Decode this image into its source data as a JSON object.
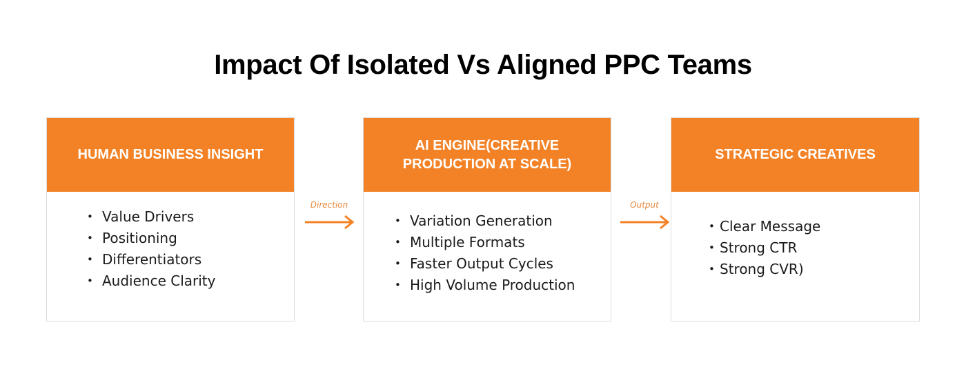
{
  "title": "Impact Of Isolated Vs Aligned PPC Teams",
  "colors": {
    "accent": "#f38226",
    "arrow_label": "#e98a3e",
    "text": "#1a1a1a"
  },
  "boxes": [
    {
      "header": "HUMAN BUSINESS INSIGHT",
      "items": [
        "Value Drivers",
        "Positioning",
        "Differentiators",
        "Audience Clarity"
      ]
    },
    {
      "header": "AI ENGINE(CREATIVE PRODUCTION AT SCALE)",
      "items": [
        "Variation Generation",
        "Multiple Formats",
        "Faster Output Cycles",
        "High Volume Production"
      ]
    },
    {
      "header": "STRATEGIC CREATIVES",
      "items": [
        "Clear Message",
        "Strong CTR",
        "Strong CVR)"
      ]
    }
  ],
  "arrows": [
    {
      "label": "Direction",
      "icon": "arrow-right-icon"
    },
    {
      "label": "Output",
      "icon": "arrow-right-icon"
    }
  ]
}
